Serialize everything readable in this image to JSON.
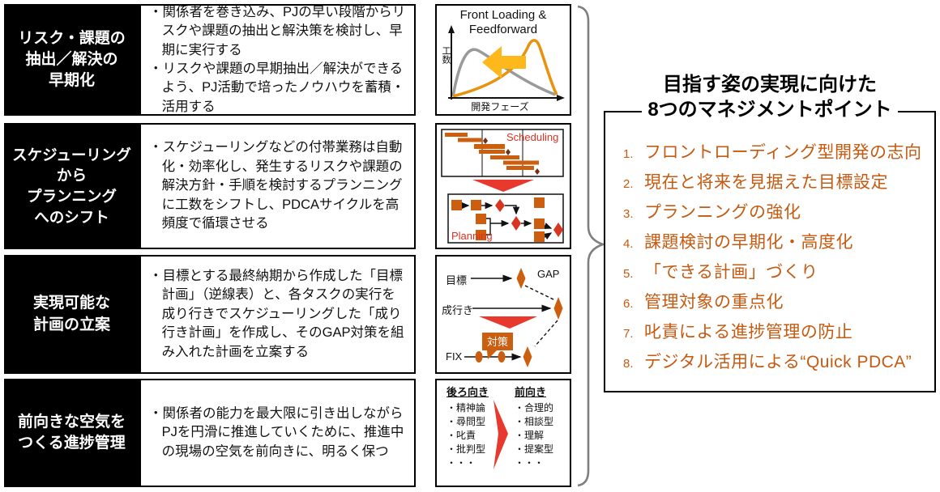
{
  "colors": {
    "accent_orange": "#C55A11",
    "shape_orange": "#CC5E10",
    "curve_orange": "#E8920E",
    "arrow_amber": "#FFB81C",
    "red": "#E8392E",
    "label_red": "#E0301E",
    "diamond_red": "#D8341F",
    "gray_curve": "#9A9A9A",
    "brace_gray": "#7F7F7F",
    "milestone_dark": "#7B2D12"
  },
  "rows": [
    {
      "title": "リスク・課題の\n抽出／解決の\n早期化",
      "bullets": [
        "・関係者を巻き込み、PJの早い段階からリスクや課題の抽出と解決策を検討し、早期に実行する",
        "・リスクや課題の早期抽出／解決ができるよう、PJ活動で培ったノウハウを蓄積・活用する"
      ]
    },
    {
      "title": "スケジューリング\nから\nプランニング\nへのシフト",
      "bullets": [
        "・スケジューリングなどの付帯業務は自動化・効率化し、発生するリスクや課題の解決方針・手順を検討するプランニングに工数をシフトし、PDCAサイクルを高頻度で循環させる"
      ]
    },
    {
      "title": "実現可能な\n計画の立案",
      "bullets": [
        "・目標とする最終納期から作成した「目標計画」（逆線表）と、各タスクの実行を成り行きでスケジューリングした「成り行き計画」を作成し、そのGAP対策を組み入れた計画を立案する"
      ]
    },
    {
      "title": "前向きな空気を\nつくる進捗管理",
      "bullets": [
        "・関係者の能力を最大限に引き出しながらPJを円滑に推進していくために、推進中の現場の空気を前向きに、明るく保つ"
      ]
    }
  ],
  "charts": {
    "front_loading": {
      "title": "Front Loading &\nFeedforward",
      "y_label": "工数",
      "x_label": "開発フェーズ"
    },
    "scheduling_planning": {
      "top_label": "Scheduling",
      "bottom_label": "Planning"
    },
    "gap": {
      "target_label": "目標",
      "gap_label": "GAP",
      "asis_label": "成行き",
      "countermeasure_label": "対策",
      "fix_label": "FIX"
    },
    "attitude": {
      "negative_header": "後ろ向き",
      "negative_items": [
        "・精神論",
        "・尋問型",
        "・叱責",
        "・批判型",
        "・・・"
      ],
      "positive_header": "前向き",
      "positive_items": [
        "・合理的",
        "・相談型",
        "・理解",
        "・提案型",
        "・・・"
      ]
    }
  },
  "right_panel": {
    "title_line1": "目指す姿の実現に向けた",
    "title_line2": "8つのマネジメントポイント",
    "points": [
      {
        "num": "1.",
        "label": "フロントローディング型開発の志向"
      },
      {
        "num": "2.",
        "label": "現在と将来を見据えた目標設定"
      },
      {
        "num": "3.",
        "label": "プランニングの強化"
      },
      {
        "num": "4.",
        "label": "課題検討の早期化・高度化"
      },
      {
        "num": "5.",
        "label": "「できる計画」づくり"
      },
      {
        "num": "6.",
        "label": "管理対象の重点化"
      },
      {
        "num": "7.",
        "label": "叱責による進捗管理の防止"
      },
      {
        "num": "8.",
        "label": "デジタル活用による“Quick PDCA”"
      }
    ]
  }
}
